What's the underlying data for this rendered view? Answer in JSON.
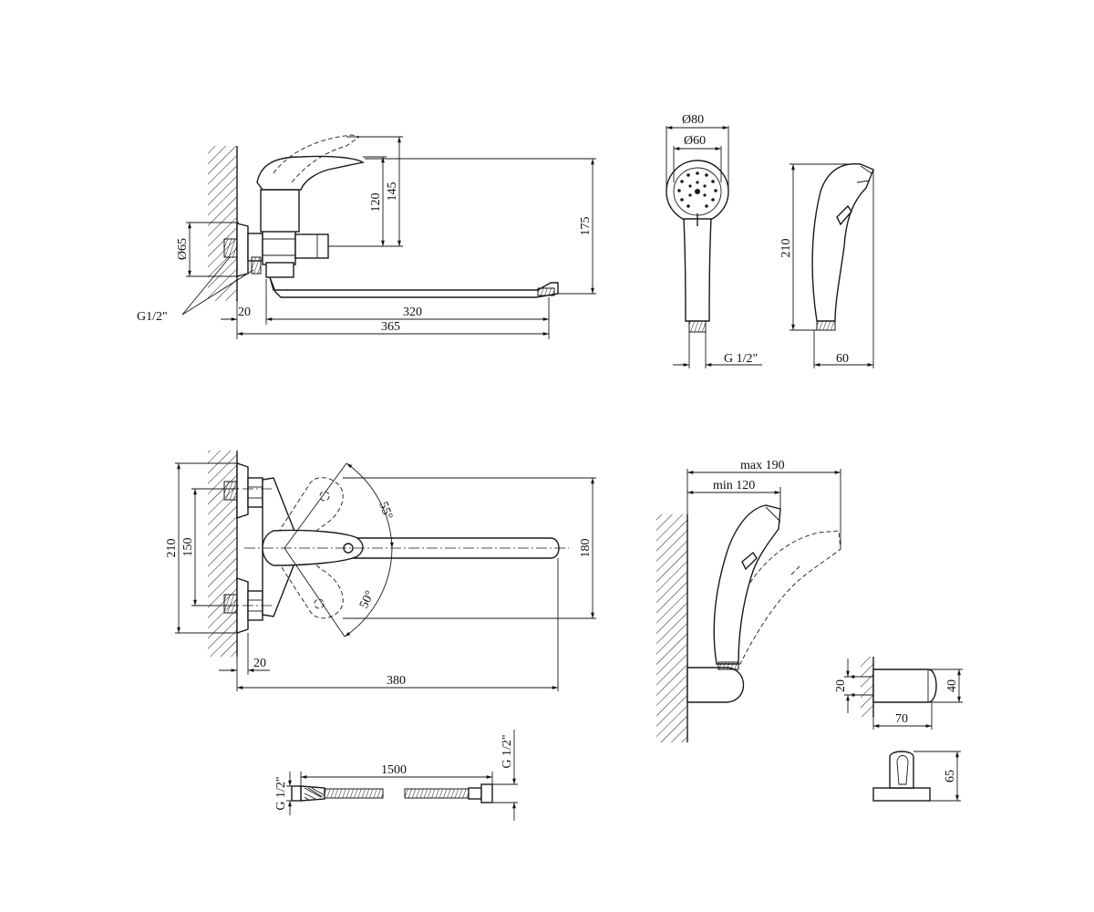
{
  "dimensions": {
    "side_view": {
      "d145": "145",
      "d120": "120",
      "d175": "175",
      "d65": "Ø65",
      "g12": "G1/2\"",
      "d20": "20",
      "d320": "320",
      "d365": "365"
    },
    "top_view": {
      "d210": "210",
      "d150": "150",
      "d180": "180",
      "a55": "55°",
      "a50": "50°",
      "d20": "20",
      "d380": "380"
    },
    "shower_front": {
      "d80": "Ø80",
      "d60": "Ø60",
      "g12": "G 1/2\""
    },
    "shower_side": {
      "d210": "210",
      "d60": "60"
    },
    "shower_holder": {
      "max": "max 190",
      "min": "min 120"
    },
    "bracket": {
      "d20": "20",
      "d40": "40",
      "d70": "70",
      "d65": "65"
    },
    "hose": {
      "d1500": "1500",
      "g12_left": "G 1/2\"",
      "g12_right": "G 1/2\""
    }
  }
}
